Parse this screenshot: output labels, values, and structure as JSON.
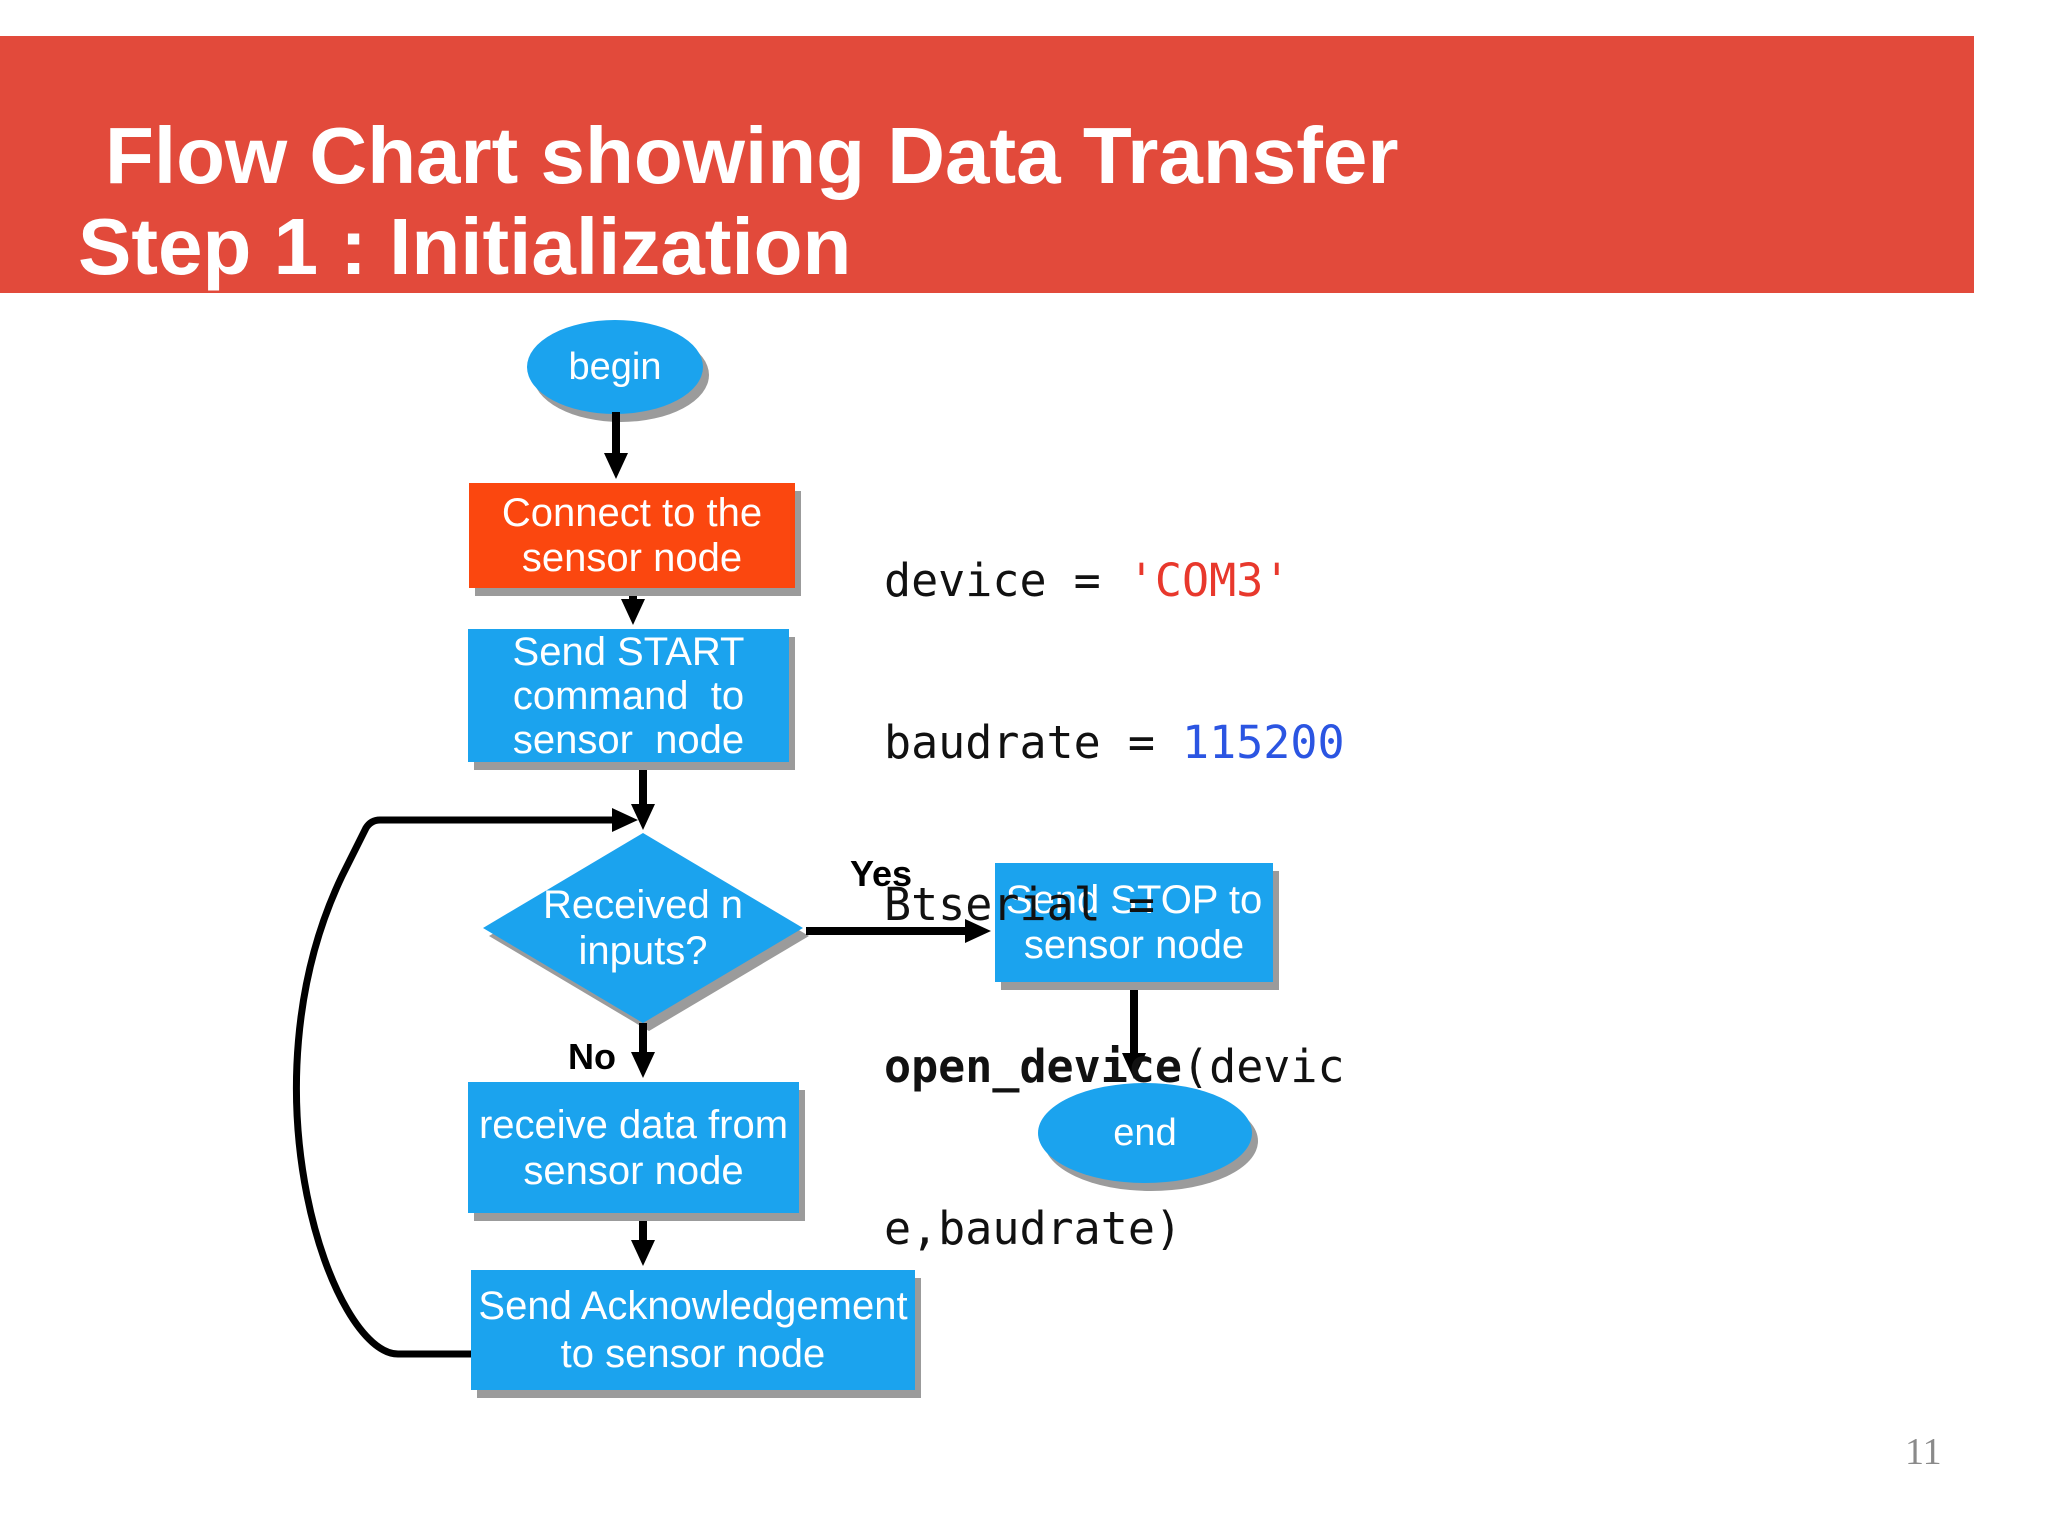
{
  "slide": {
    "title_line1": "Flow Chart showing Data Transfer",
    "title_line2": "Step 1 : Initialization",
    "page_number": "11"
  },
  "flowchart": {
    "begin": "begin",
    "connect": {
      "line1": "Connect to the",
      "line2": "sensor node"
    },
    "send_start": {
      "line1": "Send START",
      "line2": "command  to",
      "line3": "sensor  node"
    },
    "decision": {
      "line1": "Received n",
      "line2": "inputs?"
    },
    "yes_label": "Yes",
    "no_label": "No",
    "send_stop": {
      "line1": "Send STOP to",
      "line2": "sensor node"
    },
    "receive": {
      "line1": "receive data from",
      "line2": "sensor node"
    },
    "ack": {
      "line1": "Send Acknowledgement",
      "line2": "to sensor node"
    },
    "end": "end"
  },
  "code": {
    "line1": {
      "pre": "device = ",
      "string": "'COM3'"
    },
    "line2": {
      "pre": "baudrate = ",
      "number": "115200"
    },
    "line3": "Btserial =",
    "line4": {
      "bold": "open_device",
      "rest": "(devic"
    },
    "line5": "e,baudrate)"
  },
  "colors": {
    "header_red": "#E24A3B",
    "node_blue": "#1BA3EE",
    "node_orange": "#FB470F",
    "shadow_gray": "#9B9B9B",
    "code_string_red": "#E8382C",
    "code_number_blue": "#2B55E2",
    "page_number_gray": "#8A8A8A"
  }
}
